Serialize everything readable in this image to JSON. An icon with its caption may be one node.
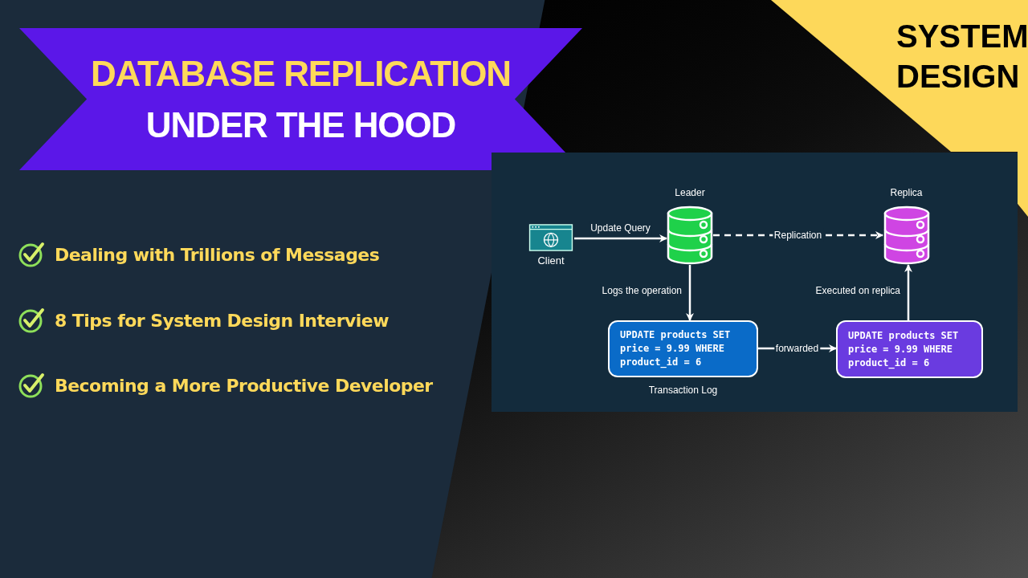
{
  "diagram": {
    "nodes": [
      {
        "text": [
          "DATABASE REPLICATION",
          "UNDER THE HOOD"
        ]
      },
      {
        "text": [
          "SYSTEM DESIGN"
        ]
      },
      {
        "text": [
          "Client"
        ]
      },
      {
        "text": [
          "Leader"
        ]
      },
      {
        "text": [
          "Replica"
        ]
      },
      {
        "text": [
          "UPDATE products SET price = 9.99 WHERE product_id = 6"
        ],
        "beside": [
          "Transaction Log"
        ]
      },
      {
        "text": [
          "UPDATE products SET price = 9.99 WHERE product_id = 6"
        ]
      }
    ],
    "edges": [
      {
        "from": 2,
        "to": 3,
        "arrow": "to",
        "label": "Update Query"
      },
      {
        "from": 3,
        "to": 4,
        "arrow": "to",
        "label": "Replication",
        "style": "dashed"
      },
      {
        "from": 3,
        "to": 5,
        "arrow": "to",
        "label": "Logs the operation"
      },
      {
        "from": 5,
        "to": 6,
        "arrow": "to",
        "label": "forwarded"
      },
      {
        "from": 6,
        "to": 4,
        "arrow": "to",
        "label": "Executed on replica"
      }
    ],
    "labels": [
      "Dealing with Trillions of Messages",
      "8 Tips for System Design Interview",
      "Becoming a More Productive Developer"
    ]
  }
}
